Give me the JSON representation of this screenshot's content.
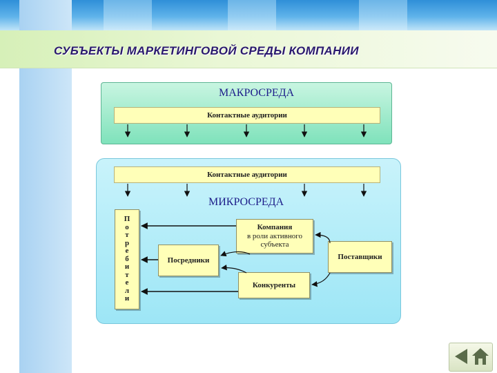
{
  "slide": {
    "title": "СУБЪЕКТЫ МАРКЕТИНГОВОЙ СРЕДЫ КОМПАНИИ"
  },
  "diagram": {
    "macro_label": "МАКРОСРЕДА",
    "micro_label": "МИКРОСРЕДА",
    "contact_audiences_top": "Контактные аудитории",
    "contact_audiences_bottom": "Контактные аудитории",
    "consumers_letters": [
      "П",
      "о",
      "т",
      "р",
      "е",
      "б",
      "и",
      "т",
      "е",
      "л",
      "и"
    ],
    "company_line1": "Компания",
    "company_line2": "в роли активного",
    "company_line3": "субъекта",
    "intermediaries": "Посредники",
    "competitors": "Конкуренты",
    "suppliers": "Поставщики"
  },
  "navigation": {
    "back_icon": "back-arrow-icon",
    "home_icon": "home-icon"
  },
  "colors": {
    "title_text": "#2a1a6e",
    "macro_fill": "#7fe2bb",
    "micro_fill": "#9de6f6",
    "node_fill": "#ffffb8"
  }
}
